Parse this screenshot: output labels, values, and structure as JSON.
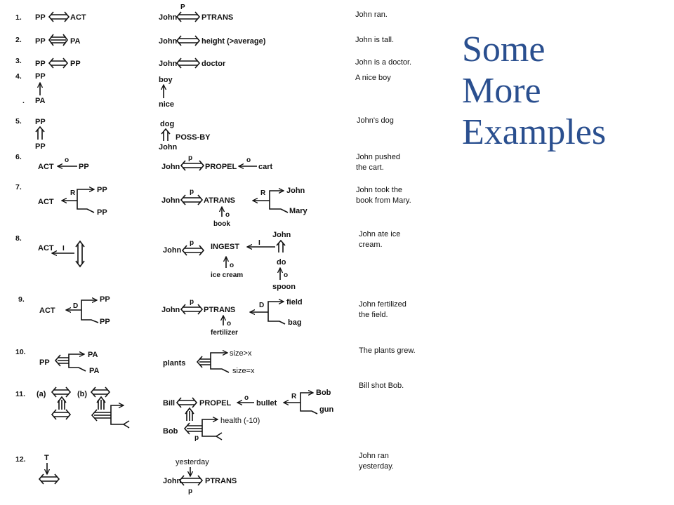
{
  "slide": {
    "title_lines": [
      "Some",
      "More",
      "Examples"
    ],
    "title_color": "#2a4f8f"
  },
  "examples": [
    {
      "num": "1.",
      "rule_parts": [
        "PP",
        "ACT"
      ],
      "example_parts": [
        "John",
        "P",
        "PTRANS"
      ],
      "meaning": [
        "John ran."
      ]
    },
    {
      "num": "2.",
      "rule_parts": [
        "PP",
        "PA"
      ],
      "example_parts": [
        "John",
        "height (>average)"
      ],
      "meaning": [
        "John is tall."
      ]
    },
    {
      "num": "3.",
      "rule_parts": [
        "PP",
        "PP"
      ],
      "example_parts": [
        "John",
        "doctor"
      ],
      "meaning": [
        "John is a doctor."
      ]
    },
    {
      "num": "4.",
      "rule_parts": [
        "PP",
        "PA"
      ],
      "example_parts": [
        "boy",
        "nice"
      ],
      "meaning": [
        "A nice boy"
      ]
    },
    {
      "num": "5.",
      "rule_parts": [
        "PP",
        "PP"
      ],
      "example_parts": [
        "dog",
        "POSS-BY",
        "John"
      ],
      "meaning": [
        "John's dog"
      ]
    },
    {
      "num": "6.",
      "rule_parts": [
        "ACT",
        "o",
        "PP"
      ],
      "example_parts": [
        "John",
        "p",
        "PROPEL",
        "o",
        "cart"
      ],
      "meaning": [
        "John pushed",
        "the cart."
      ]
    },
    {
      "num": "7.",
      "rule_parts": [
        "ACT",
        "R",
        "PP",
        "PP"
      ],
      "example_parts": [
        "John",
        "p",
        "ATRANS",
        "o",
        "book",
        "R",
        "John",
        "Mary"
      ],
      "meaning": [
        "John took the",
        "book from Mary."
      ]
    },
    {
      "num": "8.",
      "rule_parts": [
        "ACT",
        "I"
      ],
      "example_parts": [
        "John",
        "p",
        "INGEST",
        "o",
        "ice cream",
        "I",
        "John",
        "do",
        "o",
        "spoon"
      ],
      "meaning": [
        "John ate ice",
        "cream."
      ]
    },
    {
      "num": "9.",
      "rule_parts": [
        "ACT",
        "D",
        "PP",
        "PP"
      ],
      "example_parts": [
        "John",
        "p",
        "PTRANS",
        "o",
        "fertilizer",
        "D",
        "field",
        "bag"
      ],
      "meaning": [
        "John fertilized",
        "the field."
      ]
    },
    {
      "num": "10.",
      "rule_parts": [
        "PP",
        "PA",
        "PA"
      ],
      "example_parts": [
        "plants",
        "size>x",
        "size=x"
      ],
      "meaning": [
        "The plants grew."
      ]
    },
    {
      "num": "11.",
      "rule_parts": [
        "(a)",
        "(b)"
      ],
      "example_parts": [
        "Bill",
        "PROPEL",
        "o",
        "bullet",
        "R",
        "Bob",
        "gun",
        "Bob",
        "health (-10)",
        "p"
      ],
      "meaning": [
        "Bill shot Bob."
      ]
    },
    {
      "num": "12.",
      "rule_parts": [
        "T"
      ],
      "example_parts": [
        "yesterday",
        "John",
        "PTRANS",
        "p"
      ],
      "meaning": [
        "John ran",
        "yesterday."
      ]
    }
  ]
}
